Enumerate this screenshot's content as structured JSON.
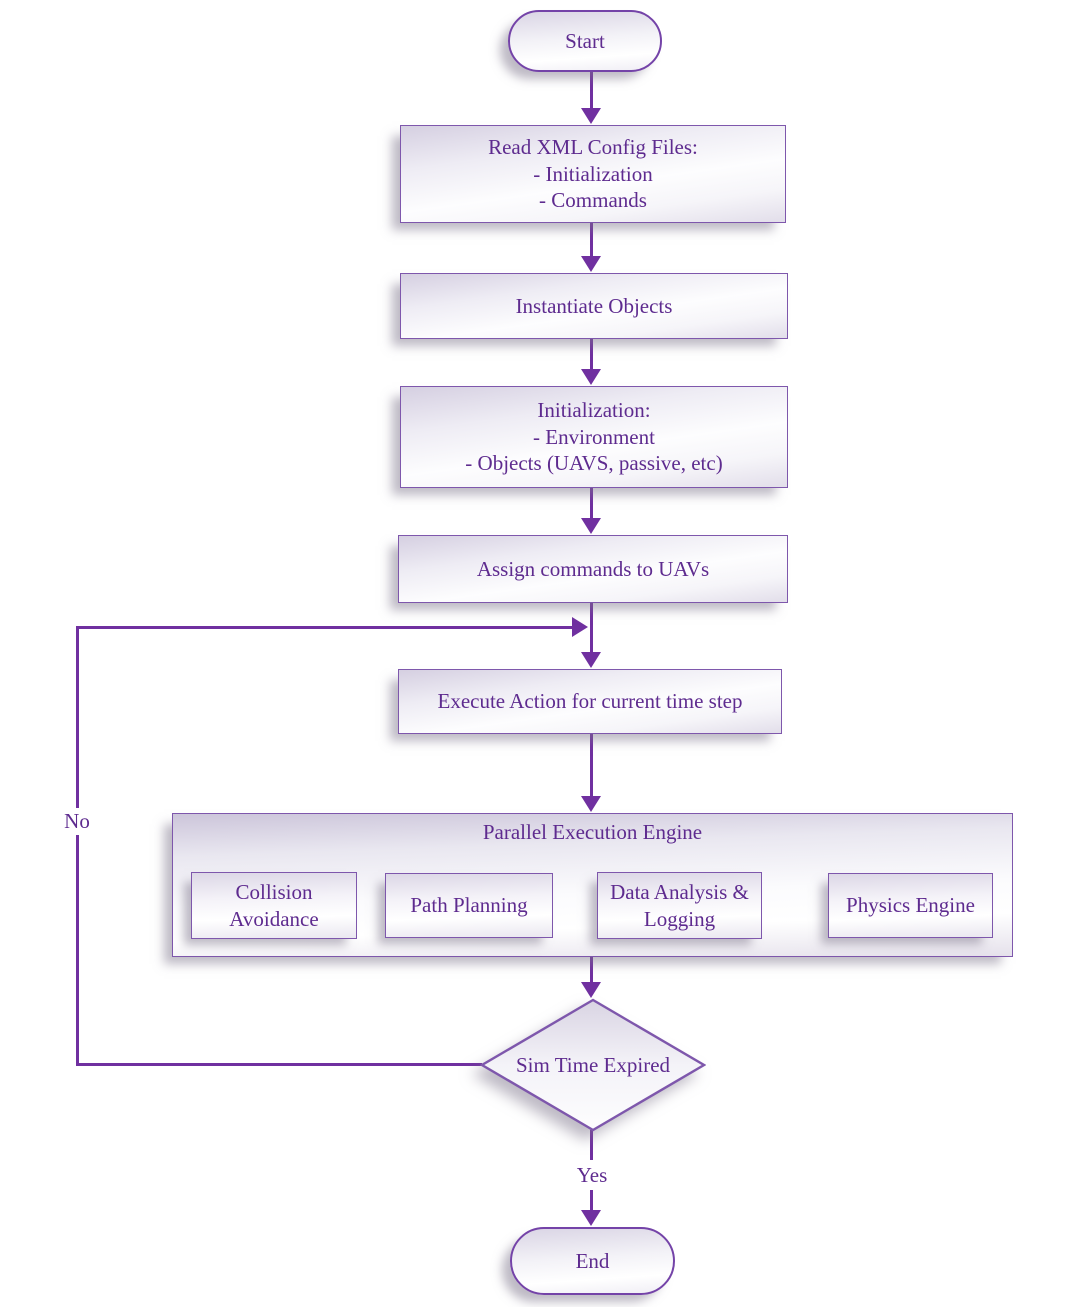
{
  "colors": {
    "line": "#7030a0",
    "node_border": "#7e57ac",
    "text": "#5e2b8f",
    "fill_light_purple": "#d5cfe1",
    "background": "#ffffff"
  },
  "nodes": {
    "start": {
      "label": "Start"
    },
    "read_config": {
      "lines": [
        "Read XML Config Files:",
        "- Initialization",
        "- Commands"
      ]
    },
    "instantiate": {
      "label": "Instantiate Objects"
    },
    "initialization": {
      "lines": [
        "Initialization:",
        "- Environment",
        "- Objects (UAVS, passive, etc)"
      ]
    },
    "assign_commands": {
      "label": "Assign commands to UAVs"
    },
    "execute_action": {
      "label": "Execute Action for current time step"
    },
    "parallel_engine": {
      "title": "Parallel Execution Engine",
      "children": [
        "Collision Avoidance",
        "Path Planning",
        "Data Analysis & Logging",
        "Physics Engine"
      ]
    },
    "decision": {
      "label": "Sim Time Expired"
    },
    "end": {
      "label": "End"
    }
  },
  "edge_labels": {
    "no": "No",
    "yes": "Yes"
  }
}
